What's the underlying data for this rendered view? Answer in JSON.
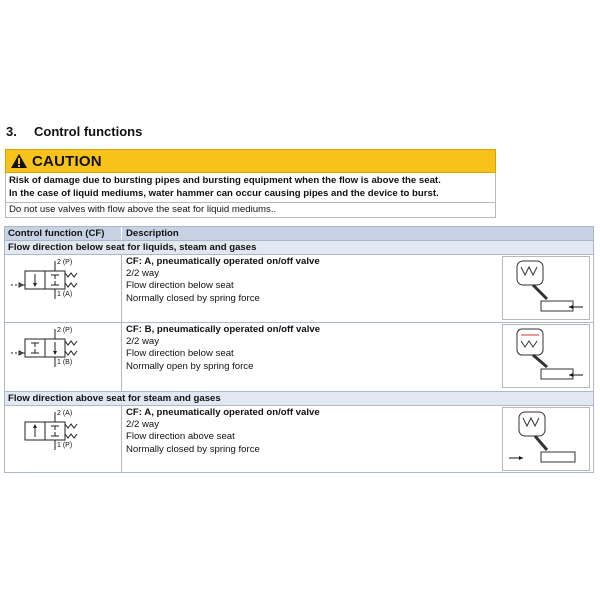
{
  "section": {
    "number": "3.",
    "title": "Control functions"
  },
  "caution": {
    "label": "CAUTION",
    "line1": "Risk of damage due to bursting pipes and bursting equipment when the flow is above the seat.",
    "line2": "In the case of liquid mediums, water hammer can occur causing pipes and the device to burst.",
    "note": "Do not use valves with flow above the seat for liquid mediums.."
  },
  "table": {
    "headers": [
      "Control function (CF)",
      "Description"
    ],
    "groups": [
      {
        "title": "Flow direction below seat for liquids, steam and gases",
        "rows": [
          {
            "port_top": "2 (P)",
            "port_bottom": "1 (A)",
            "title": "CF: A, pneumatically operated on/off valve",
            "lines": [
              "2/2 way",
              "Flow direction below seat",
              "Normally closed by spring force"
            ]
          },
          {
            "port_top": "2 (P)",
            "port_bottom": "1 (B)",
            "title": "CF: B, pneumatically operated on/off valve",
            "lines": [
              "2/2 way",
              "Flow direction below seat",
              "Normally open by spring force"
            ]
          }
        ]
      },
      {
        "title": "Flow direction above seat for steam and gases",
        "rows": [
          {
            "port_top": "2 (A)",
            "port_bottom": "1 (P)",
            "title": "CF: A, pneumatically operated on/off valve",
            "lines": [
              "2/2 way",
              "Flow direction above seat",
              "Normally closed by spring force"
            ]
          }
        ]
      }
    ]
  }
}
